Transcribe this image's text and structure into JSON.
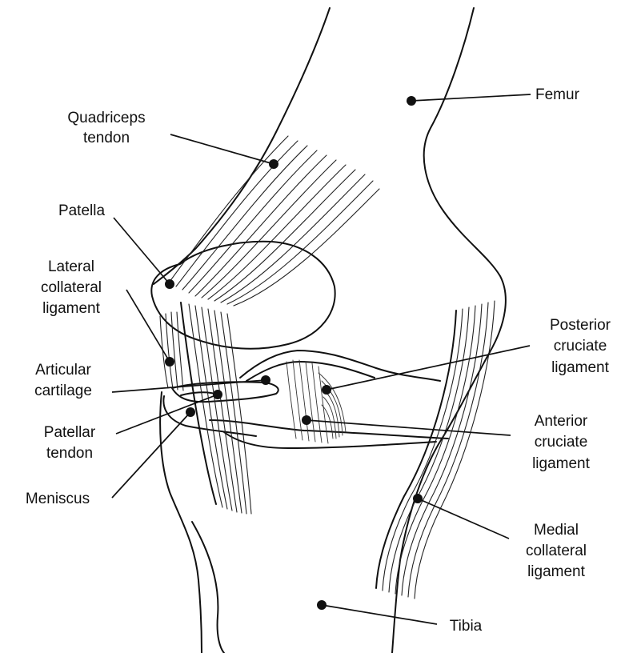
{
  "labels": {
    "femur": "Femur",
    "quadriceps_tendon_1": "Quadriceps",
    "quadriceps_tendon_2": "tendon",
    "patella": "Patella",
    "lateral_collateral_1": "Lateral",
    "lateral_collateral_2": "collateral",
    "lateral_collateral_3": "ligament",
    "posterior_cruciate_1": "Posterior",
    "posterior_cruciate_2": "cruciate",
    "posterior_cruciate_3": "ligament",
    "articular_cartilage_1": "Articular",
    "articular_cartilage_2": "cartilage",
    "patellar_tendon_1": "Patellar",
    "patellar_tendon_2": "tendon",
    "anterior_cruciate_1": "Anterior",
    "anterior_cruciate_2": "cruciate",
    "anterior_cruciate_3": "ligament",
    "meniscus": "Meniscus",
    "medial_collateral_1": "Medial",
    "medial_collateral_2": "collateral",
    "medial_collateral_3": "ligament",
    "tibia": "Tibia"
  }
}
